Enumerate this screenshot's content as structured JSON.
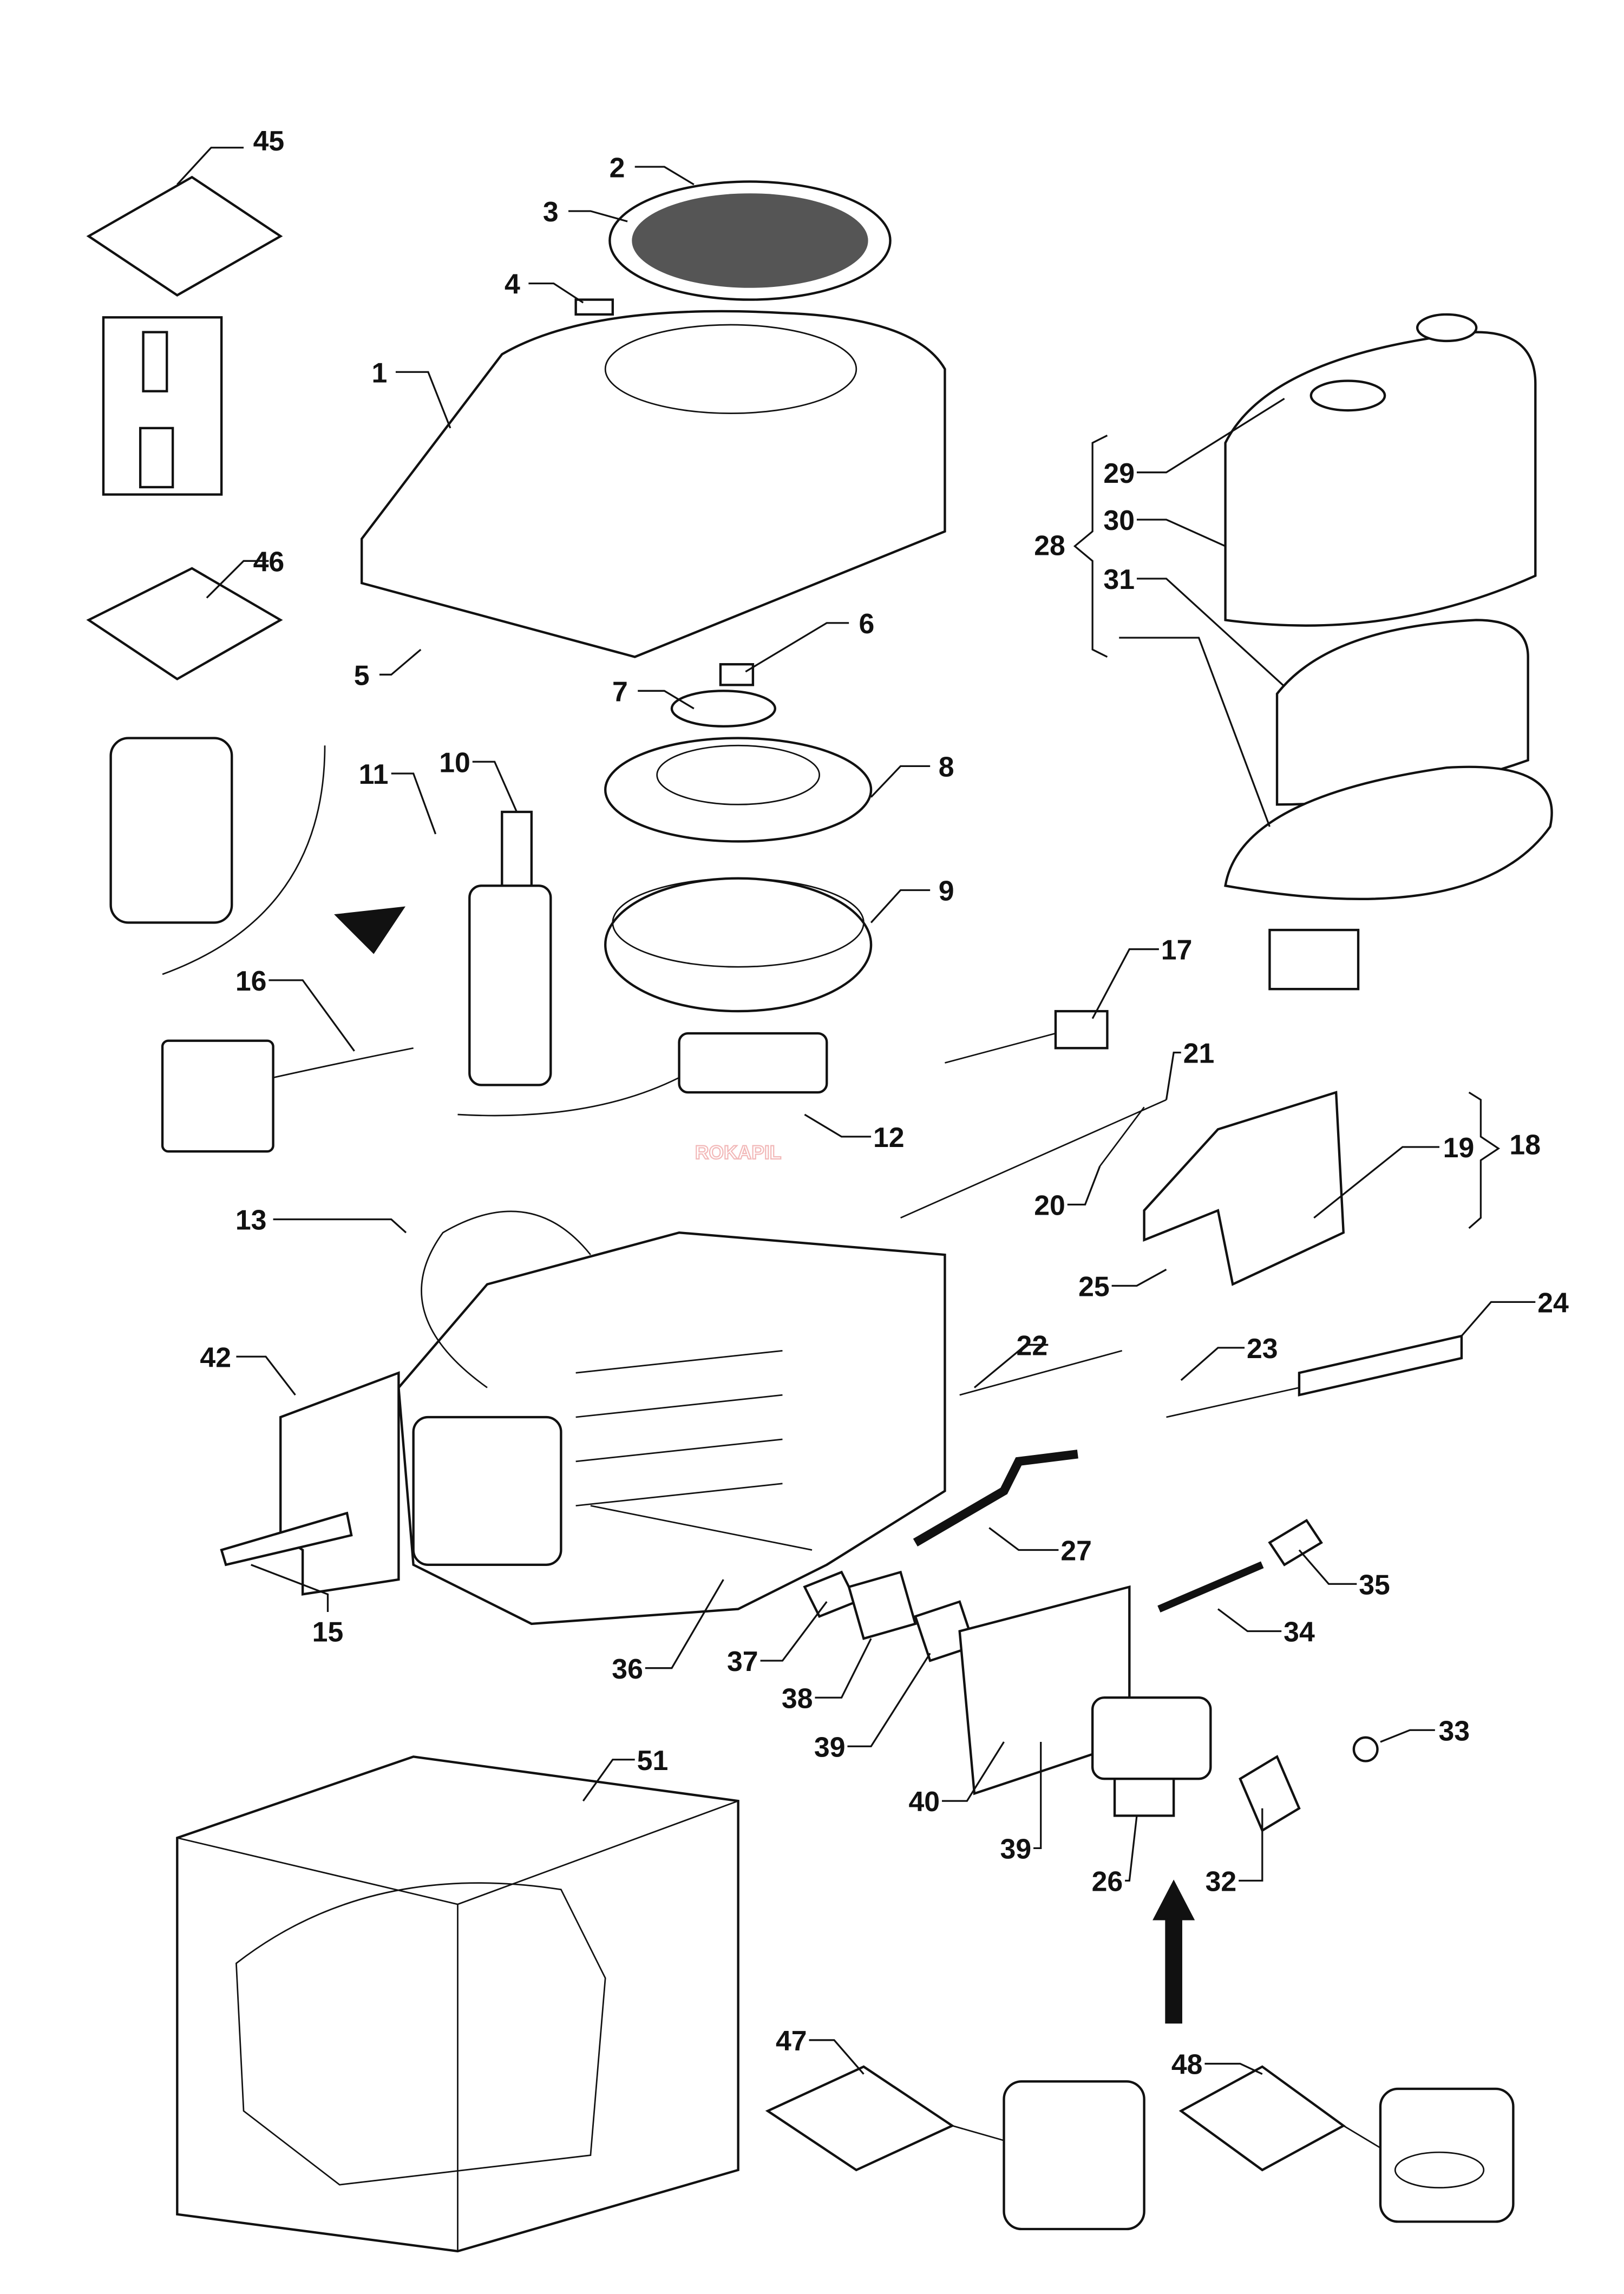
{
  "callouts": [
    "45",
    "2",
    "3",
    "4",
    "1",
    "5",
    "6",
    "7",
    "8",
    "9",
    "10",
    "11",
    "16",
    "17",
    "21",
    "12",
    "20",
    "18",
    "19",
    "25",
    "13",
    "42",
    "22",
    "23",
    "24",
    "27",
    "35",
    "34",
    "15",
    "36",
    "37",
    "38",
    "39",
    "40",
    "39",
    "26",
    "32",
    "33",
    "51",
    "47",
    "48",
    "29",
    "30",
    "31",
    "28",
    "46"
  ],
  "watermark": "ROKAPIL"
}
